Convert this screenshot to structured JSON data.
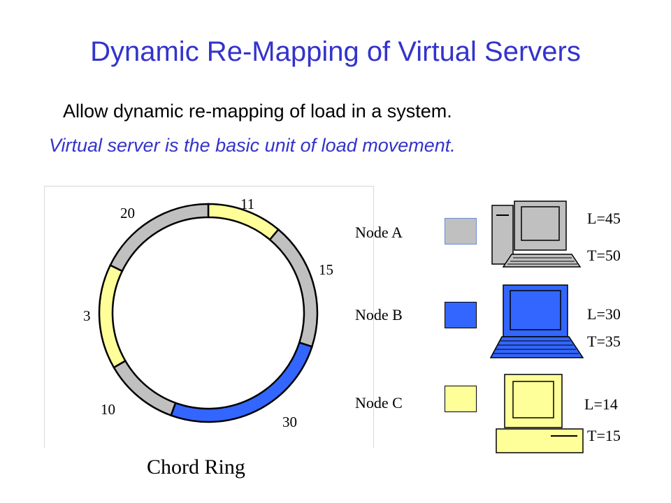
{
  "title": "Dynamic Re-Mapping of Virtual Servers",
  "subtitle_1": "Allow dynamic re-mapping of load in a system.",
  "subtitle_2": "Virtual server is the basic unit of load movement.",
  "colors": {
    "title": "#3333cc",
    "node_a": "#c0c0c0",
    "node_b": "#3366ff",
    "node_c": "#ffff99"
  },
  "ring": {
    "caption": "Chord Ring",
    "segments": [
      {
        "label": "11",
        "node": "C",
        "color": "#ffff99"
      },
      {
        "label": "15",
        "node": "A",
        "color": "#c0c0c0"
      },
      {
        "label": "30",
        "node": "B",
        "color": "#3366ff"
      },
      {
        "label": "10",
        "node": "A",
        "color": "#c0c0c0"
      },
      {
        "label": "3",
        "node": "C",
        "color": "#ffff99"
      },
      {
        "label": "20",
        "node": "A",
        "color": "#c0c0c0"
      }
    ]
  },
  "nodes": [
    {
      "name": "Node A",
      "load": "L=45",
      "target": "T=50",
      "color": "#c0c0c0",
      "icon": "desktop-tower-icon"
    },
    {
      "name": "Node B",
      "load": "L=30",
      "target": "T=35",
      "color": "#3366ff",
      "icon": "laptop-icon"
    },
    {
      "name": "Node C",
      "load": "L=14",
      "target": "T=15",
      "color": "#ffff99",
      "icon": "desktop-monitor-icon"
    }
  ]
}
